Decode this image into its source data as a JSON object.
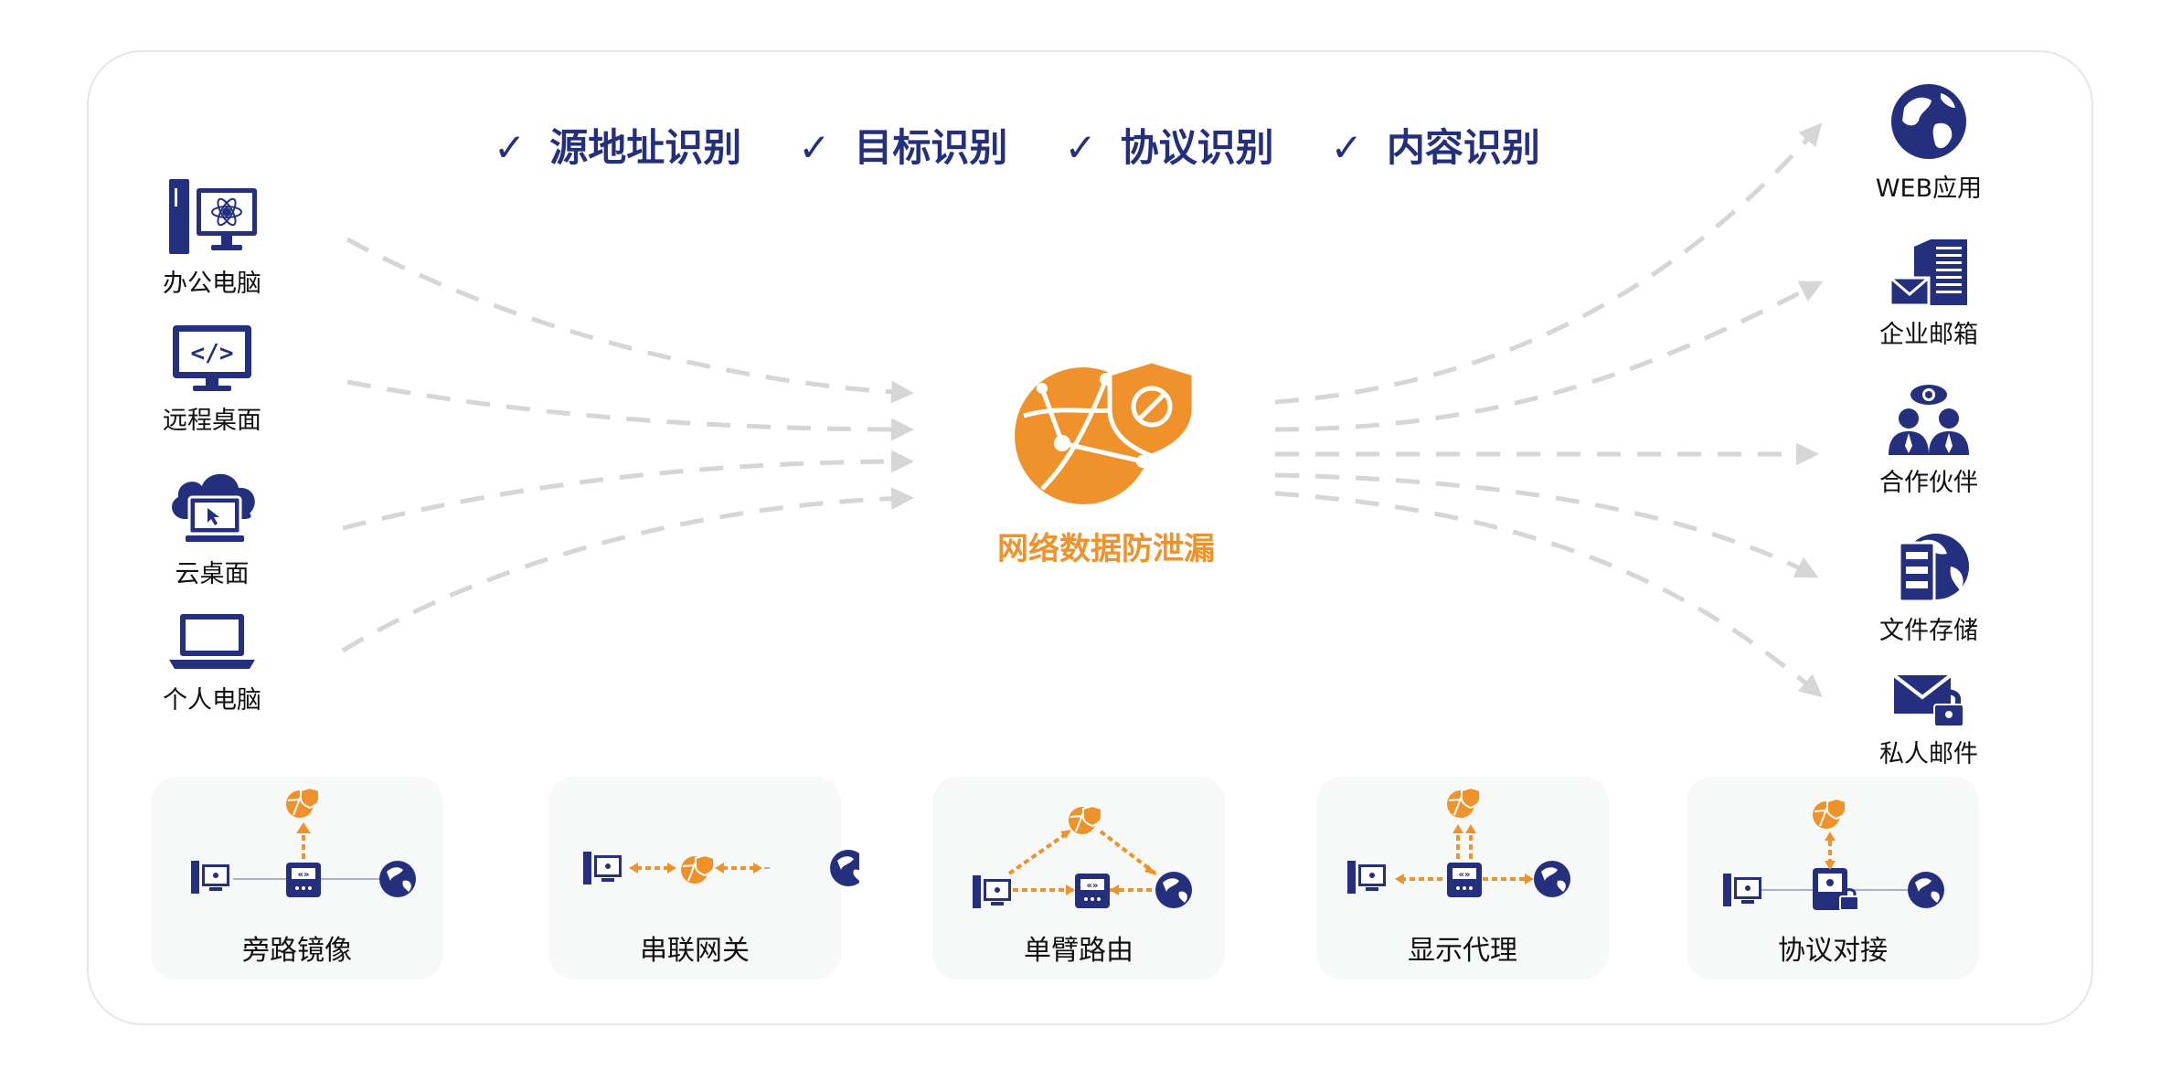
{
  "criteria": [
    {
      "mark": "✓",
      "label": "源地址识别"
    },
    {
      "mark": "✓",
      "label": "目标识别"
    },
    {
      "mark": "✓",
      "label": "协议识别"
    },
    {
      "mark": "✓",
      "label": "内容识别"
    }
  ],
  "sources": [
    {
      "label": "办公电脑",
      "icon": "office-pc-icon"
    },
    {
      "label": "远程桌面",
      "icon": "remote-desktop-icon"
    },
    {
      "label": "云桌面",
      "icon": "cloud-desktop-icon"
    },
    {
      "label": "个人电脑",
      "icon": "laptop-icon"
    }
  ],
  "hub": {
    "label": "网络数据防泄漏",
    "icon": "globe-shield-icon"
  },
  "destinations": [
    {
      "label": "WEB应用",
      "icon": "globe-icon"
    },
    {
      "label": "企业邮箱",
      "icon": "building-mail-icon"
    },
    {
      "label": "合作伙伴",
      "icon": "partners-icon"
    },
    {
      "label": "文件存储",
      "icon": "server-globe-icon"
    },
    {
      "label": "私人邮件",
      "icon": "mail-lock-icon"
    }
  ],
  "modes": [
    {
      "label": "旁路镜像"
    },
    {
      "label": "串联网关"
    },
    {
      "label": "单臂路由"
    },
    {
      "label": "显示代理"
    },
    {
      "label": "协议对接"
    }
  ],
  "colors": {
    "navy": "#24307e",
    "orange": "#f0922c",
    "arrow": "#d6d6d6",
    "card": "#f7f8f8"
  }
}
